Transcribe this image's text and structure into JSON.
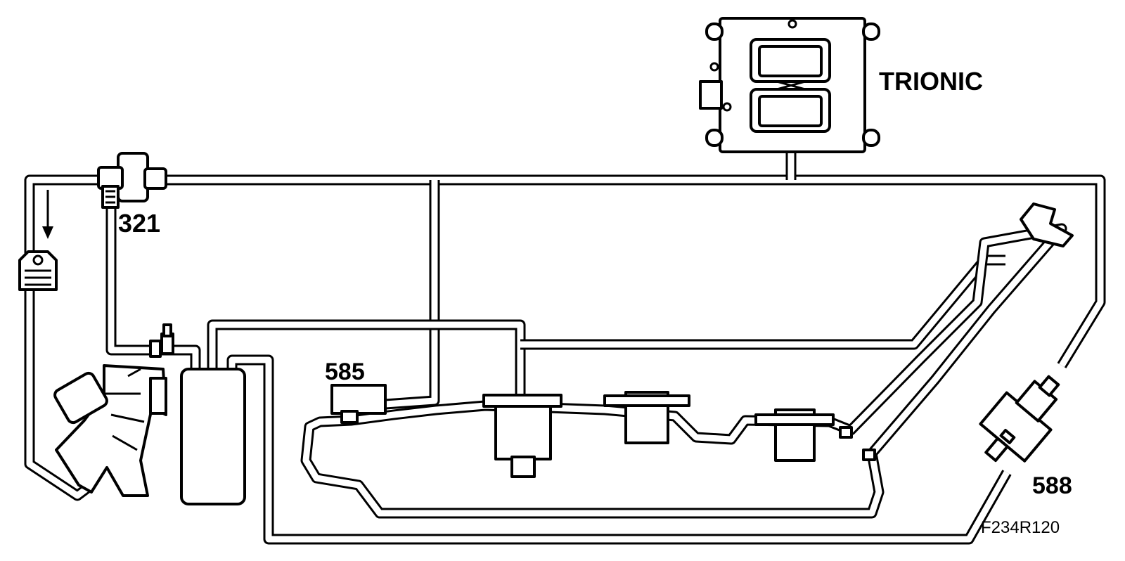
{
  "diagram": {
    "labels": {
      "trionic": "TRIONIC",
      "valve_321": "321",
      "valve_585": "585",
      "valve_588": "588",
      "figure_code": "F234R120"
    },
    "icons": [
      "flow-direction-arrow-icon",
      "control-module-icon",
      "solenoid-valve-icon",
      "canister-icon",
      "fuel-tank-icon",
      "throttle-body-icon",
      "filter-icon"
    ],
    "colors": {
      "line": "#000000",
      "background": "#ffffff"
    }
  }
}
